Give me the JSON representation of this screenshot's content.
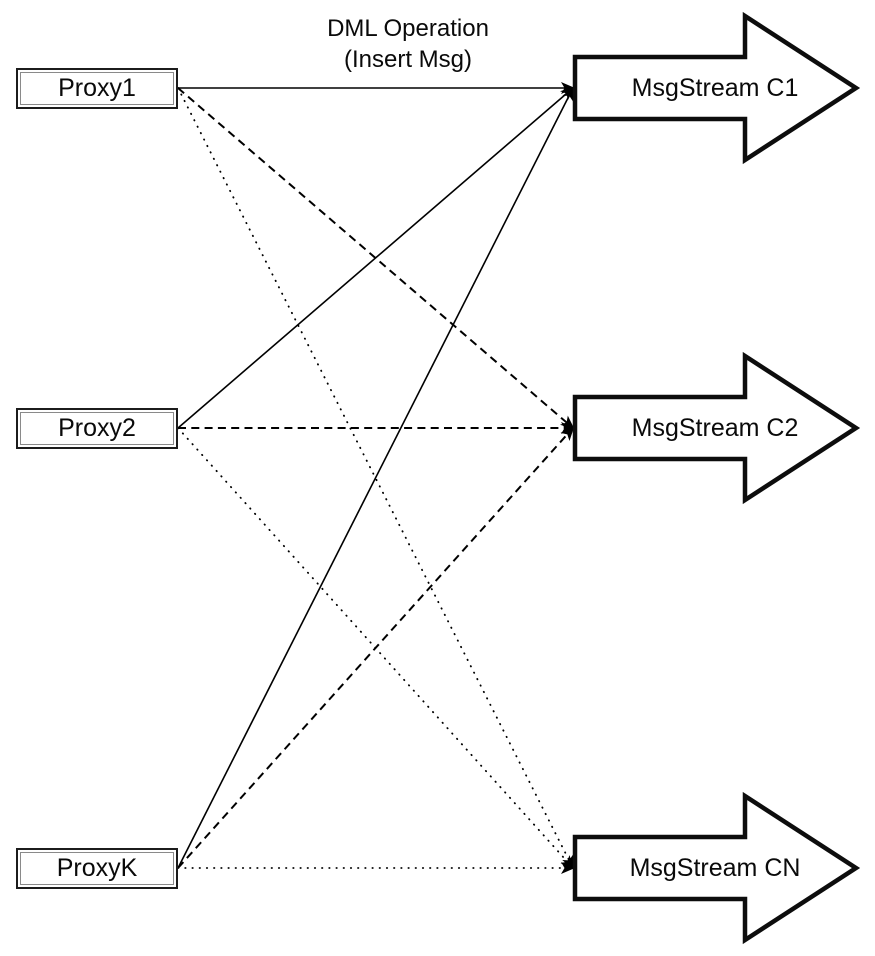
{
  "diagram": {
    "title": {
      "line1": "DML Operation",
      "line2": "(Insert Msg)"
    },
    "proxies": [
      {
        "id": "proxy1",
        "label": "Proxy1"
      },
      {
        "id": "proxy2",
        "label": "Proxy2"
      },
      {
        "id": "proxyK",
        "label": "ProxyK"
      }
    ],
    "streams": [
      {
        "id": "c1",
        "label": "MsgStream C1"
      },
      {
        "id": "c2",
        "label": "MsgStream C2"
      },
      {
        "id": "cn",
        "label": "MsgStream CN"
      }
    ],
    "edges": [
      {
        "from": "proxy1",
        "to": "c1",
        "style": "solid"
      },
      {
        "from": "proxy2",
        "to": "c1",
        "style": "solid"
      },
      {
        "from": "proxyK",
        "to": "c1",
        "style": "solid"
      },
      {
        "from": "proxy1",
        "to": "c2",
        "style": "dashed"
      },
      {
        "from": "proxy2",
        "to": "c2",
        "style": "dashed"
      },
      {
        "from": "proxyK",
        "to": "c2",
        "style": "dashed"
      },
      {
        "from": "proxy1",
        "to": "cn",
        "style": "dotted"
      },
      {
        "from": "proxy2",
        "to": "cn",
        "style": "dotted"
      },
      {
        "from": "proxyK",
        "to": "cn",
        "style": "dotted"
      }
    ],
    "colors": {
      "stroke": "#000000",
      "fill": "#ffffff",
      "text": "#0a0a0a"
    }
  }
}
